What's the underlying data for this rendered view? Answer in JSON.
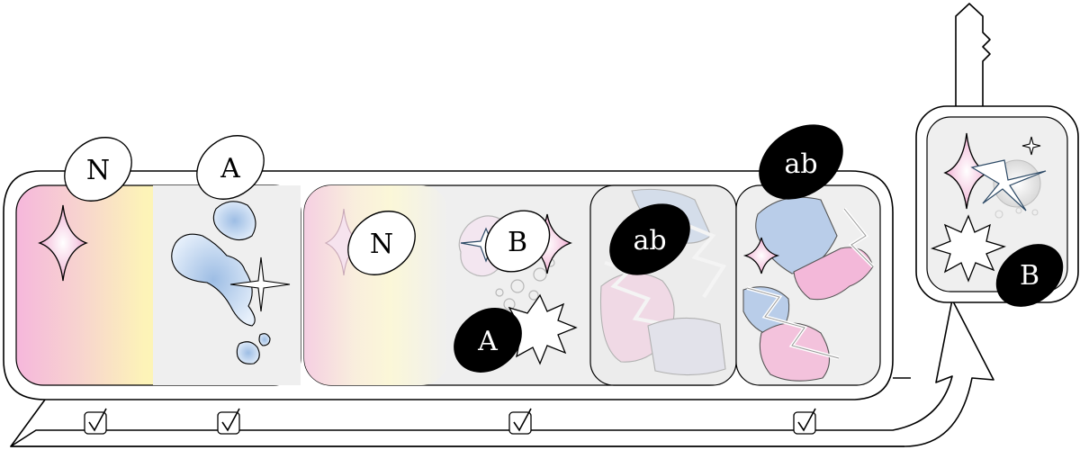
{
  "tokens": {
    "n_first": "N",
    "a_first": "A",
    "n_second": "N",
    "b_second": "B",
    "a_second": "A",
    "ab_middle": "ab",
    "ab_top": "ab",
    "b_key": "B"
  },
  "checkmarks": [
    {
      "checked": true
    },
    {
      "checked": true
    },
    {
      "checked": true
    },
    {
      "checked": true
    }
  ],
  "colors": {
    "pink": "#f6b7dc",
    "yellow": "#fdf7b0",
    "blue": "#b9cde9",
    "panel": "#efefef",
    "black": "#000000"
  }
}
